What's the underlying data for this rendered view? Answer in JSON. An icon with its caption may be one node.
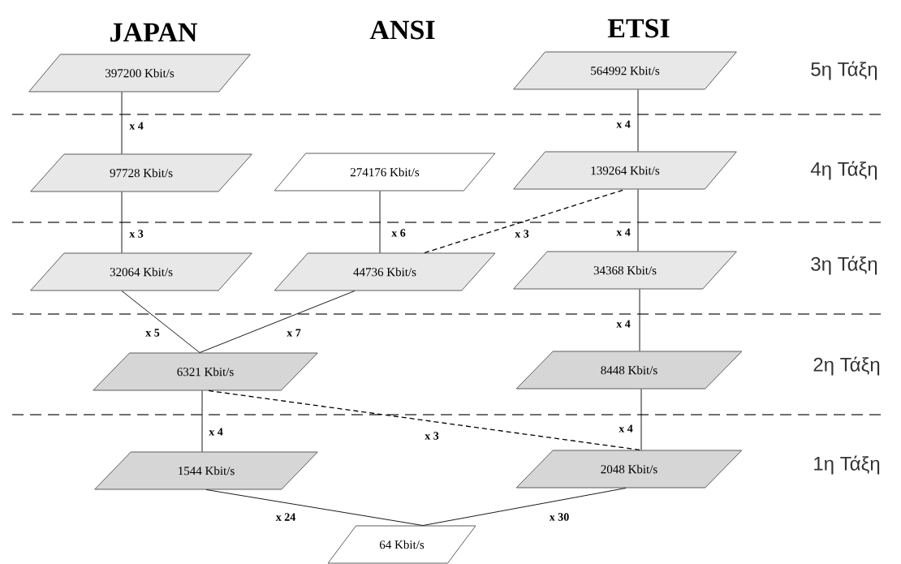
{
  "diagram": {
    "nodes": [
      {
        "text": [
          "397200 Kbit/s"
        ]
      },
      {
        "text": [
          "564992 Kbit/s"
        ]
      },
      {
        "text": [
          "97728 Kbit/s"
        ]
      },
      {
        "text": [
          "274176 Kbit/s"
        ]
      },
      {
        "text": [
          "139264 Kbit/s"
        ]
      },
      {
        "text": [
          "32064 Kbit/s"
        ]
      },
      {
        "text": [
          "44736 Kbit/s"
        ]
      },
      {
        "text": [
          "34368 Kbit/s"
        ]
      },
      {
        "text": [
          "6321 Kbit/s"
        ]
      },
      {
        "text": [
          "8448 Kbit/s"
        ]
      },
      {
        "text": [
          "1544 Kbit/s"
        ]
      },
      {
        "text": [
          "2048 Kbit/s"
        ]
      },
      {
        "text": [
          "64 Kbit/s"
        ]
      }
    ],
    "edges": [
      {
        "from": 0,
        "to": 2,
        "arrow": "none",
        "label": "x 4"
      },
      {
        "from": 1,
        "to": 4,
        "arrow": "none",
        "label": "x 4"
      },
      {
        "from": 2,
        "to": 5,
        "arrow": "none",
        "label": "x 3"
      },
      {
        "from": 3,
        "to": 6,
        "arrow": "none",
        "label": "x 6"
      },
      {
        "from": 6,
        "to": 4,
        "arrow": "none",
        "label": "x 3",
        "style": "dashed"
      },
      {
        "from": 4,
        "to": 7,
        "arrow": "none",
        "label": "x 4"
      },
      {
        "from": 5,
        "to": 8,
        "arrow": "none",
        "label": "x 5"
      },
      {
        "from": 6,
        "to": 8,
        "arrow": "none",
        "label": "x 7"
      },
      {
        "from": 7,
        "to": 9,
        "arrow": "none",
        "label": "x 4"
      },
      {
        "from": 8,
        "to": 10,
        "arrow": "none",
        "label": "x 4"
      },
      {
        "from": 8,
        "to": 11,
        "arrow": "none",
        "label": "x 3",
        "style": "dashed"
      },
      {
        "from": 9,
        "to": 11,
        "arrow": "none",
        "label": "x 4"
      },
      {
        "from": 10,
        "to": 12,
        "arrow": "none",
        "label": "x 24"
      },
      {
        "from": 11,
        "to": 12,
        "arrow": "none",
        "label": "x 30"
      }
    ],
    "labels": [
      "JAPAN",
      "ANSI",
      "ETSI",
      "5η Τάξη",
      "4η Τάξη",
      "3η Τάξη",
      "2η Τάξη",
      "1η Τάξη"
    ]
  }
}
